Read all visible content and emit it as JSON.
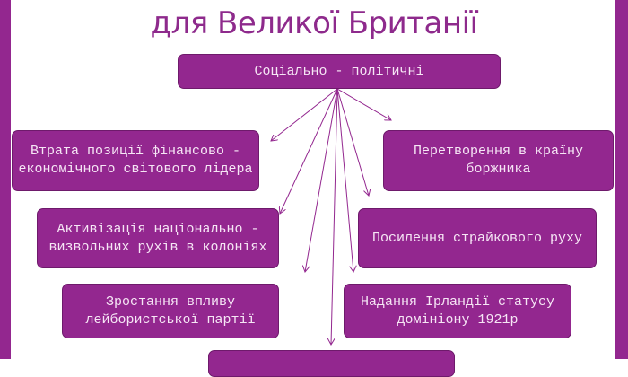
{
  "title": "для Великої Британії",
  "root": "Соціально - політичні",
  "items": [
    "Втрата позиції фінансово - економічного світового лідера",
    "Перетворення в країну боржника",
    "Активізація національно - визвольних рухів в колоніях",
    "Посилення страйкового руху",
    "Зростання впливу лейбористської партії",
    "Надання Ірландії статусу домініону 1921р"
  ],
  "colors": {
    "accent": "#93278f",
    "text": "#f6e6f5",
    "title": "#8e2a8c"
  }
}
